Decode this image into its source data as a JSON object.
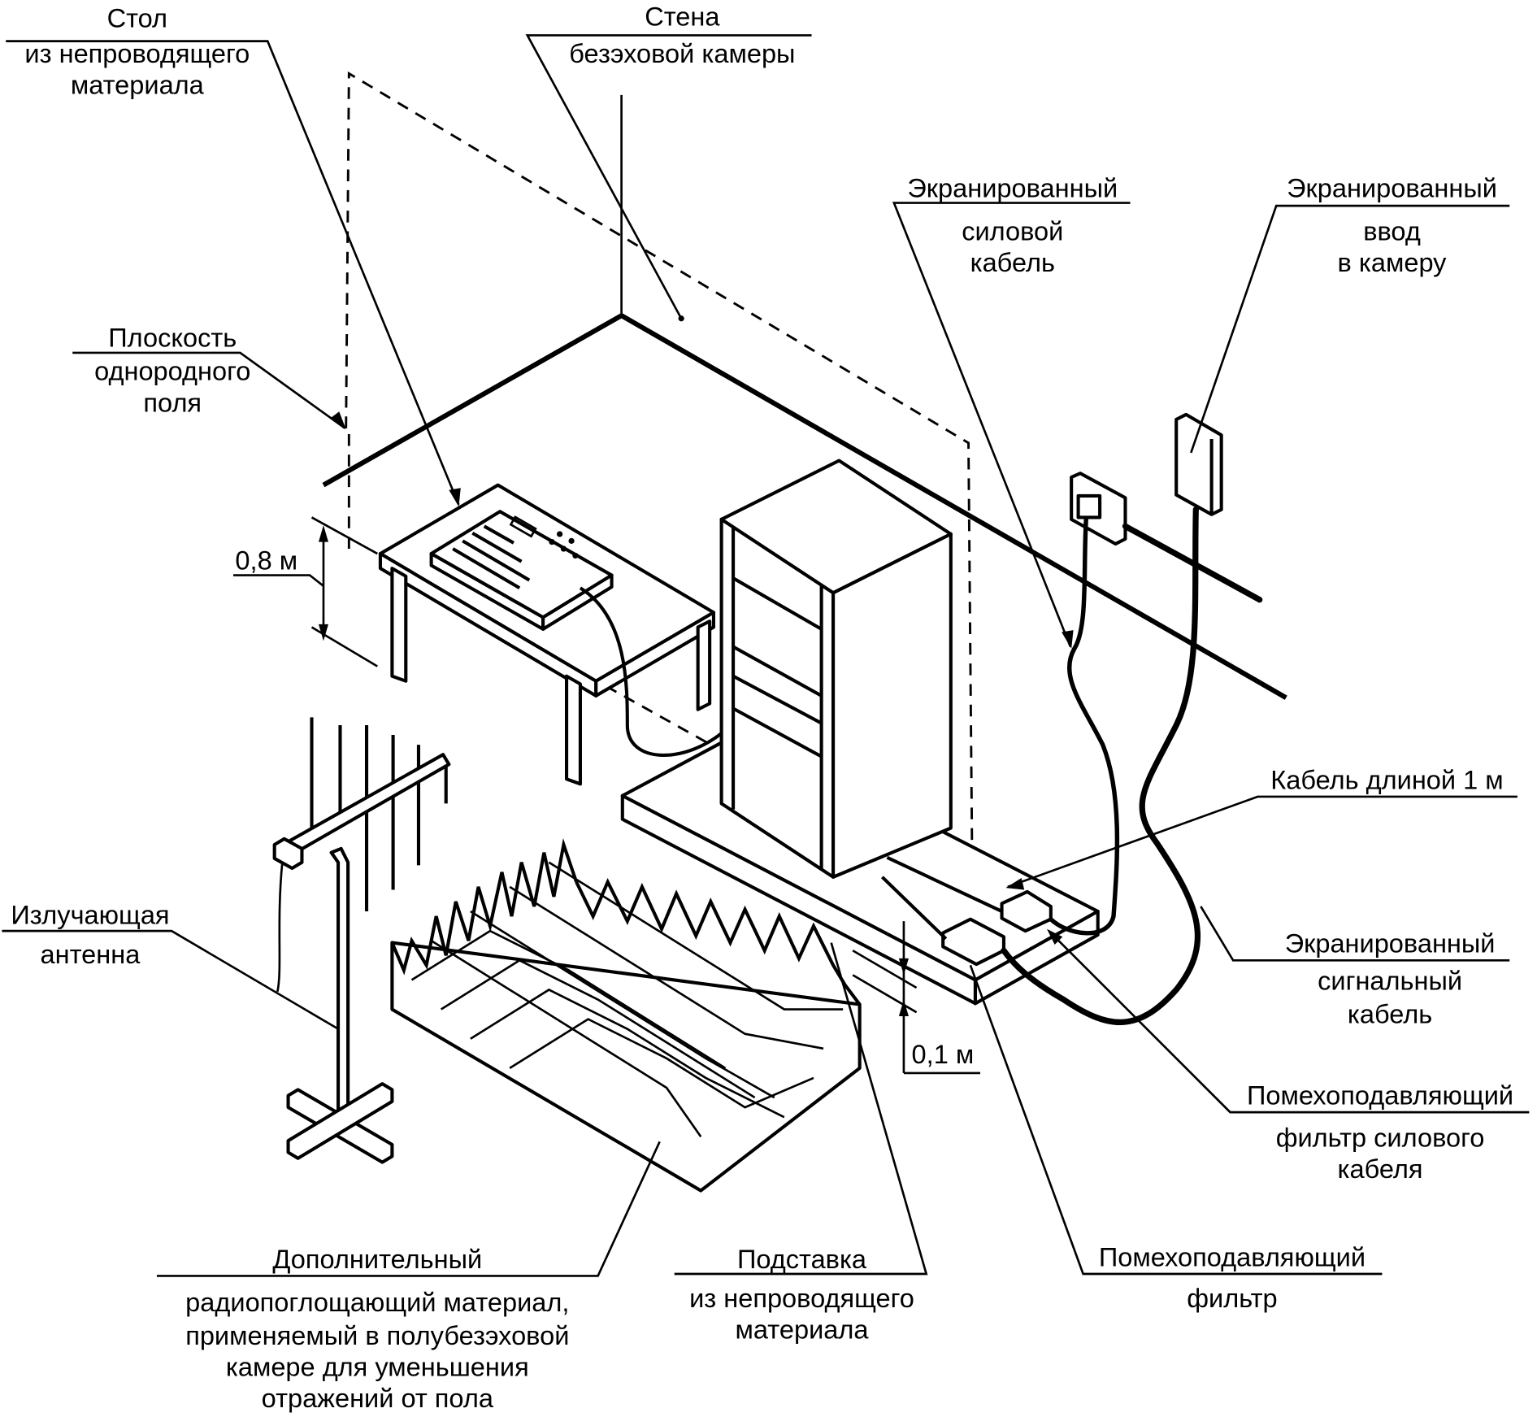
{
  "figure": {
    "title": "Test setup in anechoic / semi-anechoic chamber",
    "background": "#ffffff",
    "ink": "#000000"
  },
  "labels": {
    "table": {
      "line1": "Стол",
      "line2": "из непроводящего",
      "line3": "материала"
    },
    "wall": {
      "line1": "Стена",
      "line2": "безэховой камеры"
    },
    "uniform_plane": {
      "line1": "Плоскость",
      "line2": "однородного",
      "line3": "поля"
    },
    "shielded_power_cable": {
      "line1": "Экранированный",
      "line2": "силовой",
      "line3": "кабель"
    },
    "shielded_entry": {
      "line1": "Экранированный",
      "line2": "ввод",
      "line3": "в камеру"
    },
    "cable_1m": {
      "line1": "Кабель длиной 1 м"
    },
    "shielded_signal_cable": {
      "line1": "Экранированный",
      "line2": "сигнальный",
      "line3": "кабель"
    },
    "power_filter": {
      "line1": "Помехоподавляющий",
      "line2": "фильтр силового",
      "line3": "кабеля"
    },
    "filter": {
      "line1": "Помехоподавляющий",
      "line2": "фильтр"
    },
    "stand": {
      "line1": "Подставка",
      "line2": "из непроводящего",
      "line3": "материала"
    },
    "absorber": {
      "line1": "Дополнительный",
      "line2": "радиопоглощающий материал,",
      "line3": "применяемый в полубезэховой",
      "line4": "камере для уменьшения",
      "line5": "отражений от пола"
    },
    "antenna": {
      "line1": "Излучающая",
      "line2": "антенна"
    }
  },
  "dimensions": {
    "table_height": "0,8 м",
    "stand_height": "0,1 м"
  }
}
